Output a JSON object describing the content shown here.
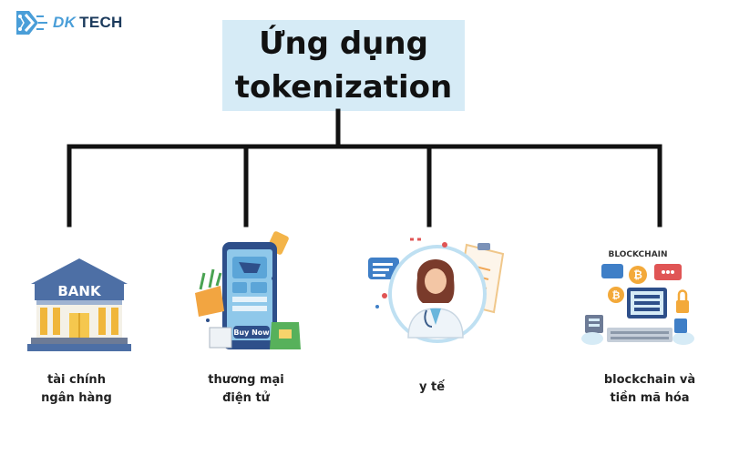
{
  "brand": {
    "name_part1": "DK",
    "name_part2": "TECH",
    "logo_icon": "dk-tech-logo-icon",
    "colors": {
      "primary": "#4a9ed8",
      "dark": "#1b3a5c"
    }
  },
  "title": "Ứng dụng\ntokenization",
  "branches": [
    {
      "label": "tài chính\nngân hàng",
      "icon": "bank-icon",
      "icon_text": "BANK"
    },
    {
      "label": "thương mại\nđiện tử",
      "icon": "ecommerce-phone-icon",
      "icon_text": "Buy Now"
    },
    {
      "label": "y tế",
      "icon": "doctor-icon"
    },
    {
      "label": "blockchain và\ntiền mã hóa",
      "icon": "blockchain-icon",
      "icon_text": "BLOCKCHAIN"
    }
  ],
  "colors": {
    "title_bg": "#d6ebf6",
    "lines": "#111111"
  }
}
